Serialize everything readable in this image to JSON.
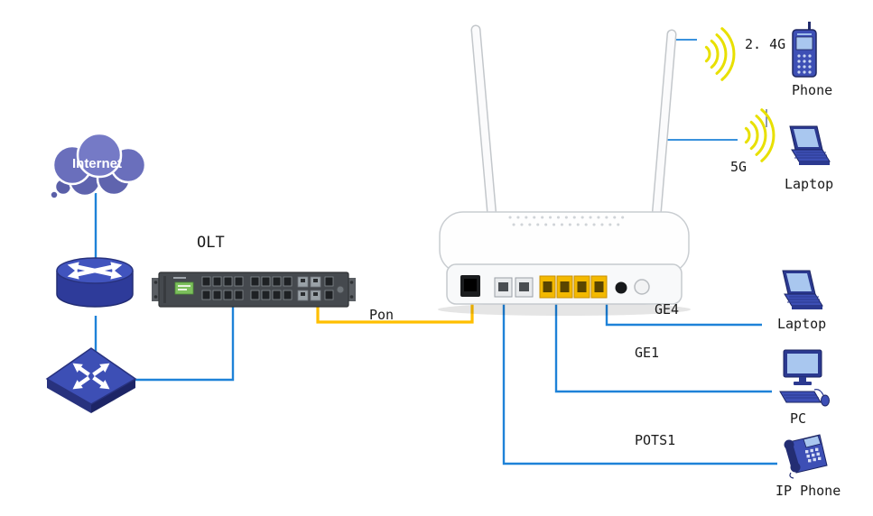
{
  "colors": {
    "connector_blue": "#1e82d8",
    "connector_yellow": "#ffbf00",
    "wifi_yellow": "#e8e000",
    "cloud_fill": "#6a6fbc",
    "device_blue_dark": "#2b3990",
    "device_blue_mid": "#3d4fb5",
    "screen_blue_light": "#a9c7ef",
    "onu_port_yellow": "#f3b900",
    "label_text": "#1a1a1a"
  },
  "nodes": {
    "internet": {
      "label": "Internet",
      "icon": "internet-cloud-icon"
    },
    "core_router": {
      "icon": "router-icon"
    },
    "core_switch": {
      "icon": "switch-icon"
    },
    "olt": {
      "label": "OLT",
      "icon": "olt-chassis-icon"
    },
    "onu": {
      "icon": "wireless-onu-router-icon"
    },
    "phone": {
      "label": "Phone",
      "icon": "mobile-phone-icon"
    },
    "laptop_wifi": {
      "label": "Laptop",
      "icon": "laptop-icon"
    },
    "laptop_lan": {
      "label": "Laptop",
      "icon": "laptop-icon"
    },
    "pc": {
      "label": "PC",
      "icon": "desktop-pc-icon"
    },
    "ip_phone": {
      "label": "IP Phone",
      "icon": "ip-phone-icon"
    }
  },
  "links": {
    "pon": {
      "label": "Pon"
    },
    "wifi_24g": {
      "label": "2. 4G"
    },
    "wifi_5g": {
      "label": "5G"
    },
    "ge4": {
      "label": "GE4"
    },
    "ge1": {
      "label": "GE1"
    },
    "pots1": {
      "label": "POTS1"
    }
  }
}
